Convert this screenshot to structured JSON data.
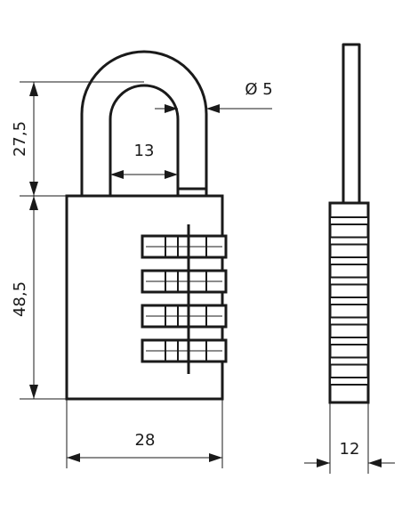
{
  "front_view": {
    "shackle_height_label": "27,5",
    "body_height_label": "48,5",
    "shackle_inner_width_label": "13",
    "shackle_diameter_label": "Ø 5",
    "body_width_label": "28",
    "dial_count": 4
  },
  "side_view": {
    "thickness_label": "12",
    "rib_count": 9
  },
  "colors": {
    "line": "#1a1a1a",
    "background": "#ffffff"
  }
}
